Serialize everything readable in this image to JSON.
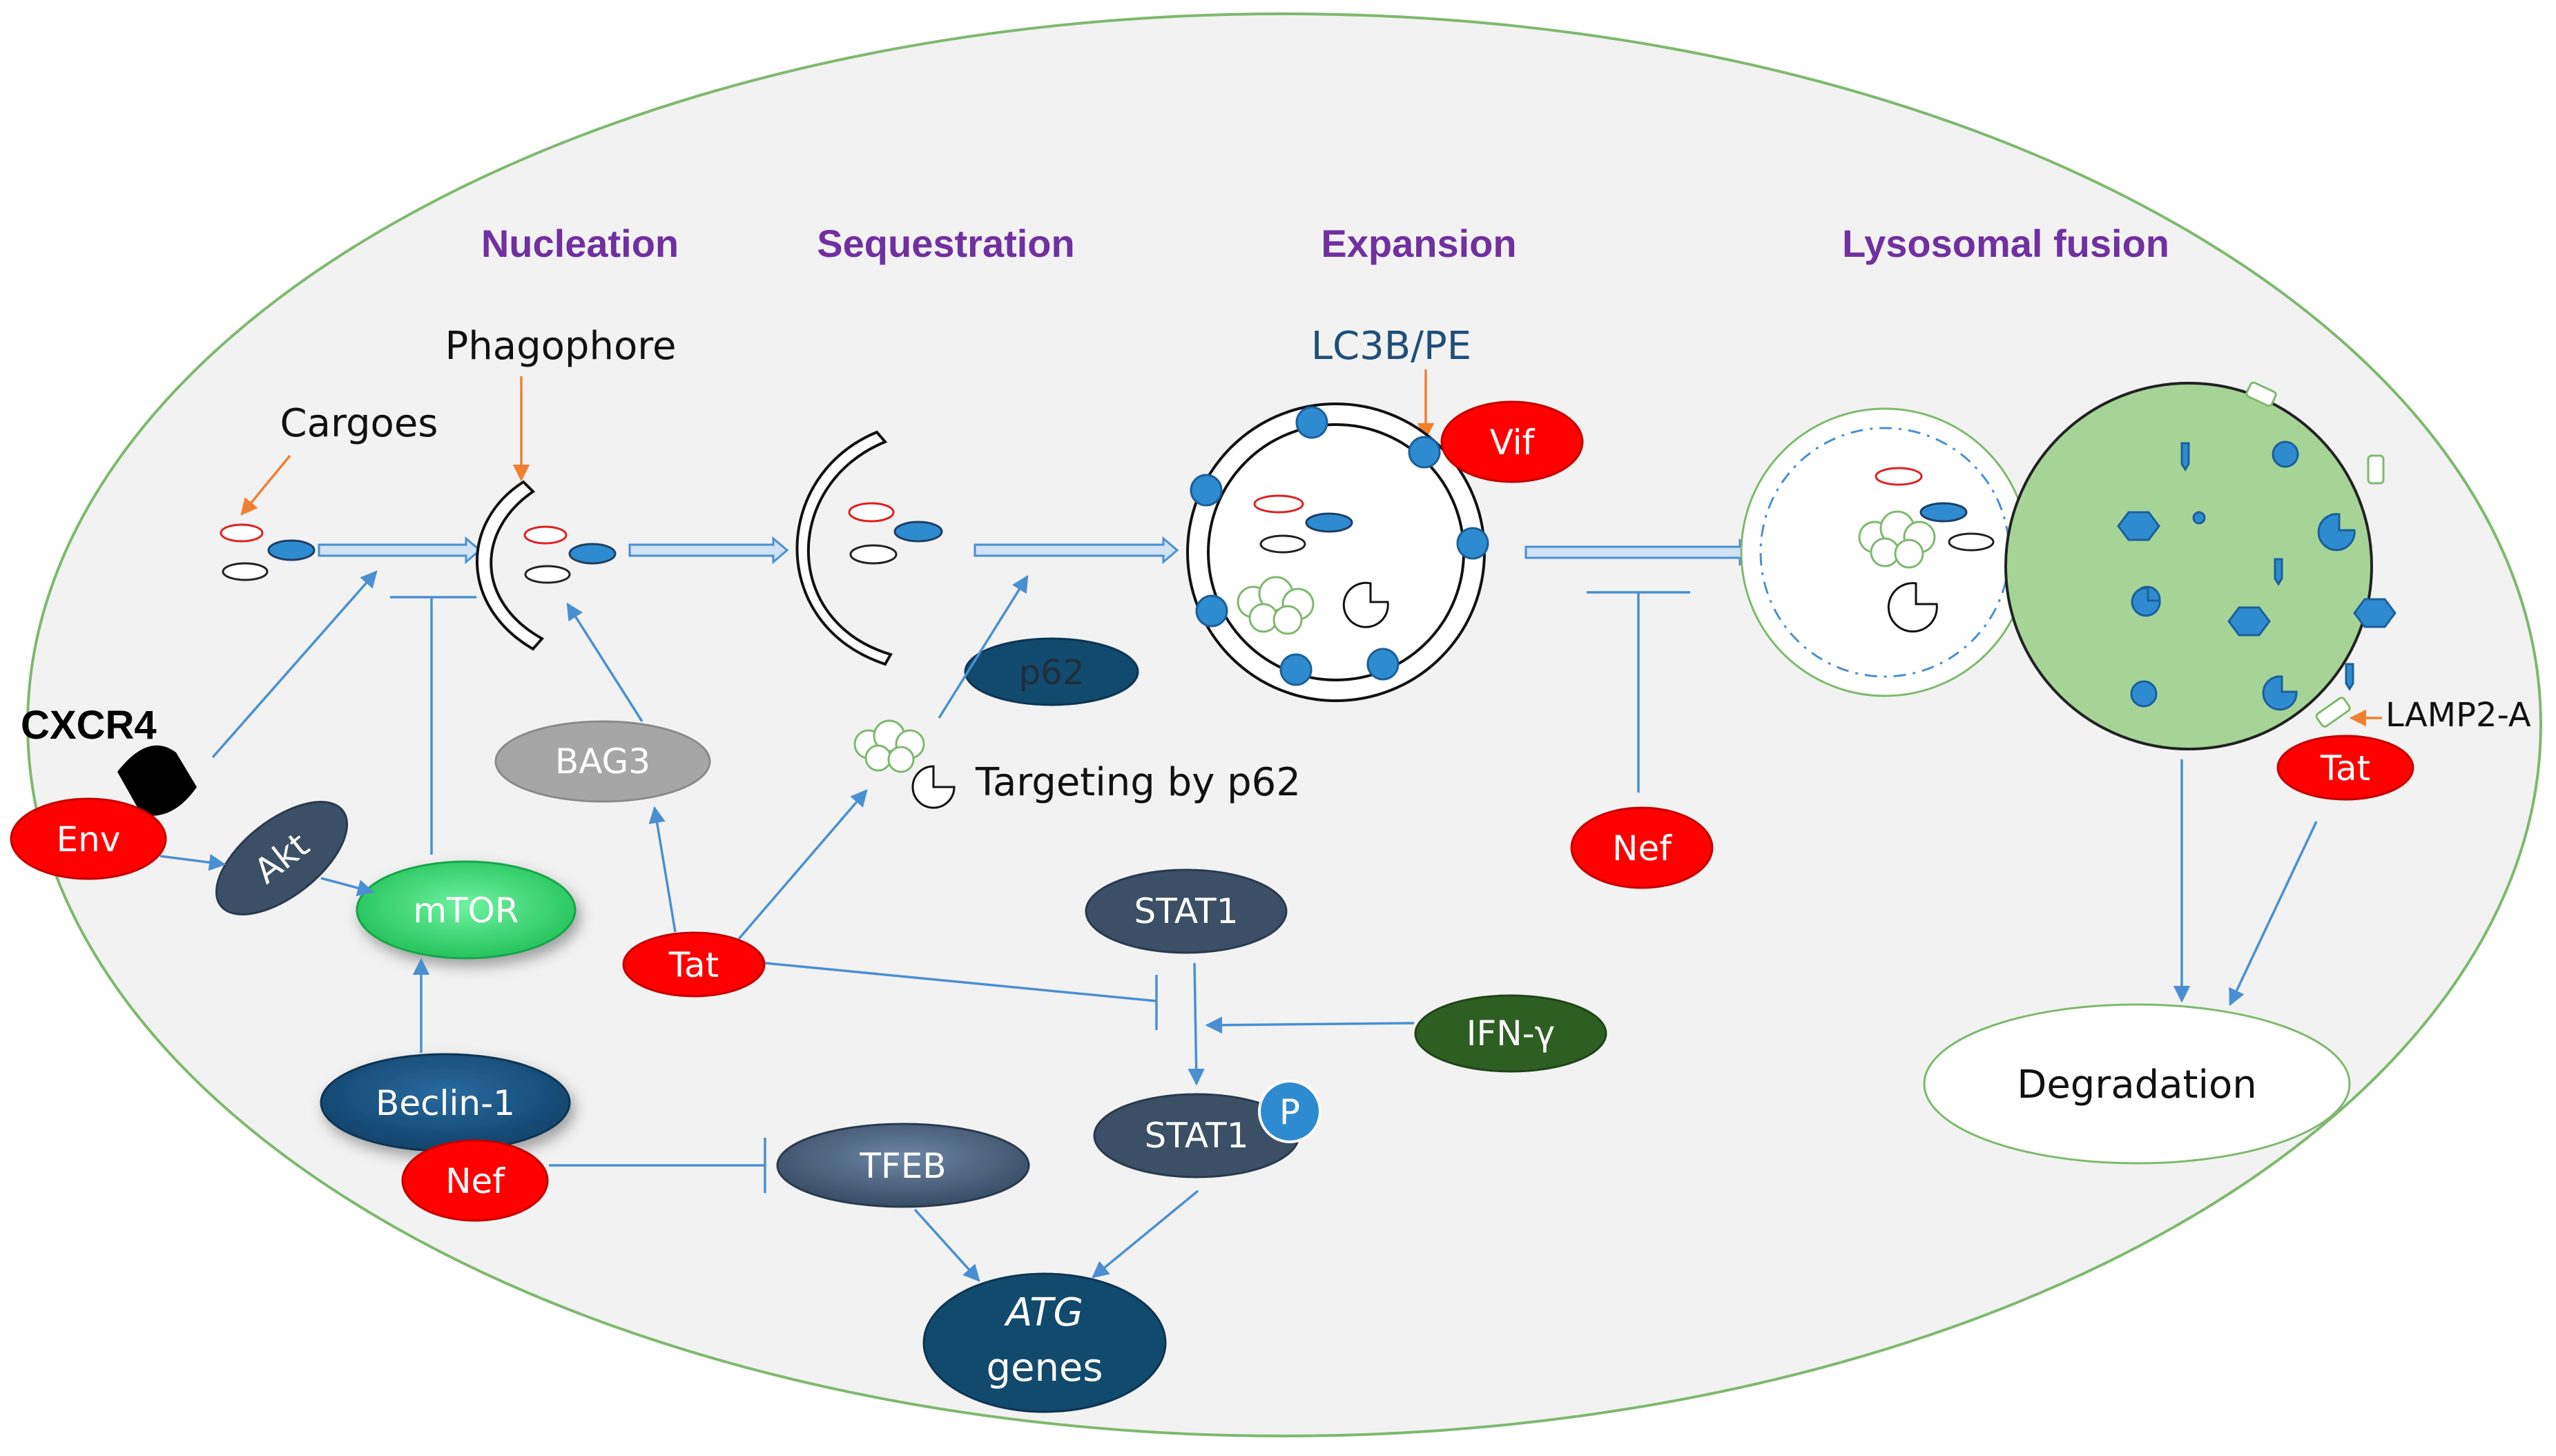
{
  "stages": {
    "nucleation": "Nucleation",
    "sequestration": "Sequestration",
    "expansion": "Expansion",
    "lysosomal_fusion": "Lysosomal fusion"
  },
  "labels": {
    "phagophore": "Phagophore",
    "cargoes": "Cargoes",
    "lc3b_pe": "LC3B/PE",
    "cxcr4": "CXCR4",
    "targeting_p62": "Targeting by p62",
    "lamp2a": "LAMP2-A"
  },
  "nodes": {
    "env": "Env",
    "akt": "Akt",
    "mtor": "mTOR",
    "bag3": "BAG3",
    "tat_center": "Tat",
    "p62": "p62",
    "vif": "Vif",
    "nef_right": "Nef",
    "tat_right": "Tat",
    "degradation": "Degradation",
    "stat1_top": "STAT1",
    "ifn_gamma": "IFN-γ",
    "stat1_bottom": "STAT1",
    "phospho": "P",
    "beclin1": "Beclin-1",
    "nef_left": "Nef",
    "tfeb": "TFEB",
    "atg_line1": "ATG",
    "atg_line2": "genes"
  },
  "colors": {
    "cell_fill": "#f2f2f2",
    "cell_border": "#7fb86f",
    "stage_title": "#7030a0",
    "viral_red": "#ff0000",
    "host_dark": "#3b4f66",
    "mtor_green": "#2fd36b",
    "ifn_green": "#2d5f22",
    "atg_blue": "#124a6e",
    "lysosome_green": "#a6d497",
    "arrow_blue": "#4a8fd1",
    "pointer_orange": "#f08030",
    "lc3_blue": "#2e8bcf"
  }
}
